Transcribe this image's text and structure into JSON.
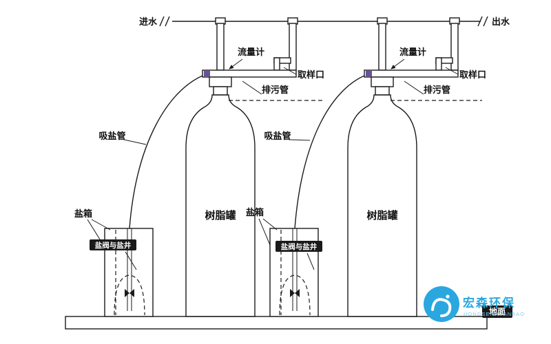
{
  "colors": {
    "line": "#1a1a1a",
    "logo_blue": "#2ba7e0",
    "logo_light": "#86cdef",
    "fitting_purple": "#6b4fa0"
  },
  "pipes": {
    "inlet_label": "进水",
    "outlet_label": "出水"
  },
  "ground_label": "地面",
  "tanks": [
    {
      "flow_meter": "流量计",
      "sampling_port": "取样口",
      "drain_pipe": "排污管",
      "suction_pipe": "吸盐管",
      "salt_box": "盐箱",
      "salt_valve_well": "盐阀与盐井",
      "tank": "树脂罐"
    },
    {
      "flow_meter": "流量计",
      "sampling_port": "取样口",
      "drain_pipe": "排污管",
      "suction_pipe": "吸盐管",
      "salt_box": "盐箱",
      "salt_valve_well": "盐阀与盐井",
      "tank": "树脂罐"
    }
  ],
  "logo": {
    "name": "宏森环保",
    "subtitle": "HONGSENHUANBAO"
  }
}
